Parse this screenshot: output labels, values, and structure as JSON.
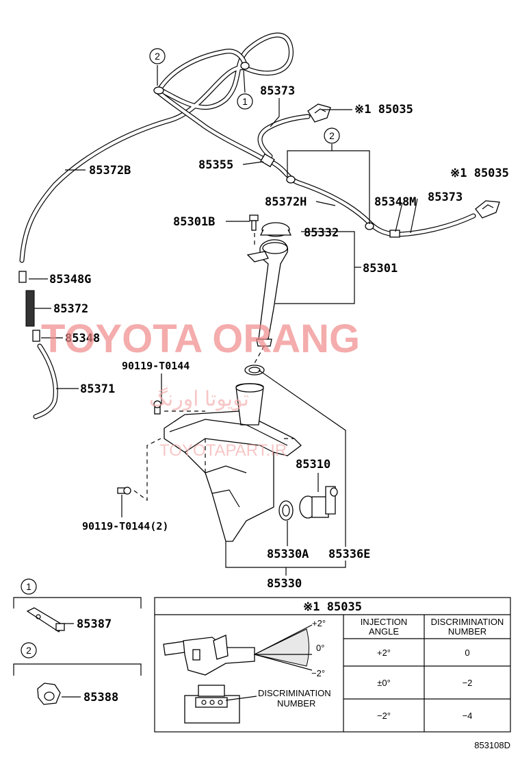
{
  "watermarks": {
    "main": "TOYOTA ORANG",
    "persian": "تویوتا اورنگ",
    "site": "TOYOTAPART.IR"
  },
  "parts": {
    "p85373_top": "85373",
    "p85035_top": "※1 85035",
    "p85372B": "85372B",
    "p85355": "85355",
    "p85035_right": "※1 85035",
    "p85373_right": "85373",
    "p85372H": "85372H",
    "p85348M": "85348M",
    "p85301B": "85301B",
    "p85332": "85332",
    "p85301": "85301",
    "p85348G": "85348G",
    "p85372": "85372",
    "p85348": "85348",
    "p90119_top": "90119-T0144",
    "p85371": "85371",
    "p85310": "85310",
    "p90119_bottom": "90119-T0144(2)",
    "p85330A": "85330A",
    "p85336E": "85336E",
    "p85330": "85330",
    "p85387": "85387",
    "p85388": "85388"
  },
  "callouts": {
    "c2_top": "2",
    "c1_top": "1",
    "c2_mid": "2",
    "c1_legend": "1",
    "c2_legend": "2"
  },
  "detail_box": {
    "title": "※1 85035",
    "angle_plus": "+2°",
    "angle_zero": "0°",
    "angle_minus": "−2°",
    "discrimination_label_1": "DISCRIMINATION",
    "discrimination_label_2": "NUMBER",
    "table": {
      "headers": [
        [
          "INJECTION",
          "ANGLE"
        ],
        [
          "DISCRIMINATION",
          "NUMBER"
        ]
      ],
      "rows": [
        [
          "+2°",
          "0"
        ],
        [
          "±0°",
          "−2"
        ],
        [
          "−2°",
          "−4"
        ]
      ]
    }
  },
  "figure_code": "853108D"
}
